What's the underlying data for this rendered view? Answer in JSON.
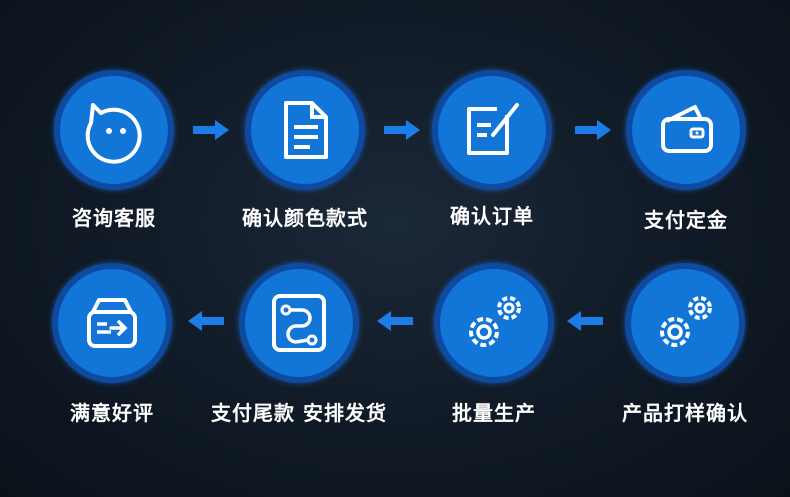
{
  "steps": [
    {
      "label": "咨询客服",
      "icon": "chat-face-icon"
    },
    {
      "label": "确认颜色款式",
      "icon": "document-icon"
    },
    {
      "label": "确认订单",
      "icon": "edit-note-icon"
    },
    {
      "label": "支付定金",
      "icon": "wallet-icon"
    },
    {
      "label": "产品打样确认",
      "icon": "gears-icon"
    },
    {
      "label": "批量生产",
      "icon": "gears-icon"
    },
    {
      "label": "支付尾款 安排发货",
      "icon": "flow-board-icon"
    },
    {
      "label": "满意好评",
      "icon": "delivery-box-icon"
    }
  ],
  "colors": {
    "circle": "#1275d8",
    "ring": "#0e4aa0",
    "arrow": "#1d7de8",
    "background": "#101a26"
  }
}
